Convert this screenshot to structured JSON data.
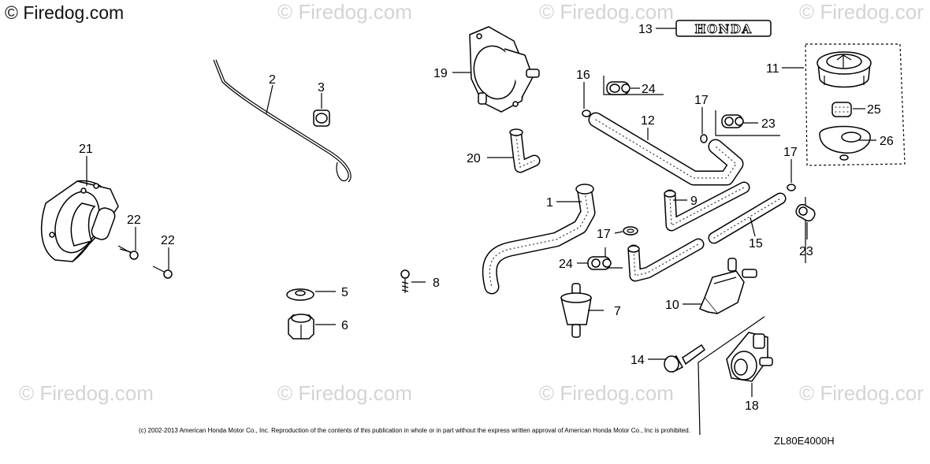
{
  "watermarks": {
    "main": "© Firedog.com",
    "faint": "© Firedog.com",
    "faint_cut": "© Firedog.cor"
  },
  "brand_badge": {
    "text": "HONDA"
  },
  "callouts": {
    "p1": "1",
    "p2": "2",
    "p3": "3",
    "p5": "5",
    "p6": "6",
    "p7": "7",
    "p8": "8",
    "p9": "9",
    "p10": "10",
    "p11": "11",
    "p12": "12",
    "p13": "13",
    "p14": "14",
    "p15": "15",
    "p16": "16",
    "p17a": "17",
    "p17b": "17",
    "p17c": "17",
    "p18": "18",
    "p19": "19",
    "p20": "20",
    "p21": "21",
    "p22a": "22",
    "p22b": "22",
    "p23a": "23",
    "p23b": "23",
    "p24a": "24",
    "p24b": "24",
    "p25": "25",
    "p26": "26"
  },
  "footer": {
    "copyright": "(c) 2002-2013 American Honda Motor Co., Inc. Reproduction of the contents of this publication in whole or in part without the express written approval of American Honda Motor Co., Inc is prohibited.",
    "diagram_code": "ZL80E4000H"
  }
}
